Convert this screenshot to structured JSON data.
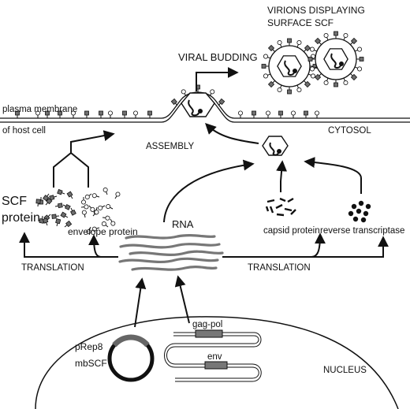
{
  "labels": {
    "virions_line1": "VIRIONS DISPLAYING",
    "virions_line2": "SURFACE SCF",
    "viral_budding": "VIRAL BUDDING",
    "plasma_membrane": "plasma membrane",
    "host_cell": "of host cell",
    "cytosol": "CYTOSOL",
    "assembly": "ASSEMBLY",
    "scf_line1": "SCF",
    "scf_line2": "protein",
    "envelope_protein": "envelope protein",
    "rna": "RNA",
    "capsid_protein": "capsid protein",
    "reverse_transcriptase": "reverse transcriptase",
    "translation_left": "TRANSLATION",
    "translation_right": "TRANSLATION",
    "prep8_line1": "pRep8",
    "prep8_line2": "mbSCF",
    "gag_pol": "gag-pol",
    "env": "env",
    "nucleus": "NUCLEUS"
  },
  "colors": {
    "ink": "#111111",
    "scf_gray": "#6f6f6f",
    "envelope_white": "#ffffff",
    "dark_fill": "#3a3a3a"
  }
}
